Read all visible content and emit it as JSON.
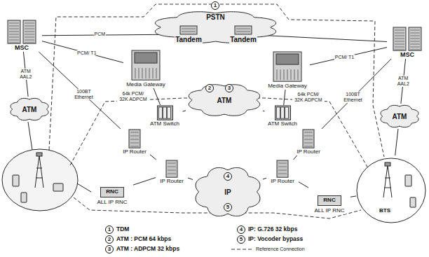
{
  "diagram": {
    "nodes": [
      {
        "text": [
          "MSC"
        ]
      },
      {
        "text": [
          "PSTN"
        ]
      },
      {
        "text": [
          "Tandem"
        ],
        "in": 1
      },
      {
        "text": [
          "Tandem"
        ],
        "in": 1
      },
      {
        "text": [
          "MSC"
        ]
      },
      {
        "text": [
          "Media Gateway"
        ]
      },
      {
        "text": [
          "Media Gateway"
        ]
      },
      {
        "text": [
          "ATM"
        ]
      },
      {
        "text": [
          "ATM Switch"
        ]
      },
      {
        "text": [
          "ATM Switch"
        ]
      },
      {
        "text": [
          "ATM"
        ]
      },
      {
        "text": [
          "ATM"
        ]
      },
      {
        "text": [
          "IP Router"
        ]
      },
      {
        "text": [
          "IP Router"
        ]
      },
      {
        "text": [
          "IP Router"
        ]
      },
      {
        "text": [
          "IP Router"
        ]
      },
      {
        "text": [
          "IP"
        ]
      },
      {
        "text": [
          "RNC",
          "ALL IP RNC"
        ]
      },
      {
        "text": [
          "RNC",
          "ALL IP RNC"
        ]
      },
      {
        "text": [
          "BTS"
        ]
      }
    ],
    "edges": [
      {
        "from": 0,
        "to": 2,
        "arrow": "none",
        "label": "PCM"
      },
      {
        "from": 2,
        "to": 3,
        "arrow": "none"
      },
      {
        "from": 3,
        "to": 4,
        "arrow": "none"
      },
      {
        "from": 0,
        "to": 5,
        "arrow": "none",
        "label": "PCM/ T1"
      },
      {
        "from": 0,
        "to": 12,
        "arrow": "none",
        "label": "100BT Ethernet"
      },
      {
        "from": 0,
        "to": 10,
        "arrow": "none",
        "label": "ATM AAL2"
      },
      {
        "from": 5,
        "to": 8,
        "arrow": "none",
        "label": "64k PCM/ 32K ADPCM"
      },
      {
        "from": 8,
        "to": 7,
        "arrow": "none"
      },
      {
        "from": 7,
        "to": 9,
        "arrow": "none"
      },
      {
        "from": 6,
        "to": 9,
        "arrow": "none",
        "label": "64k PCM/ 32K ADPCM"
      },
      {
        "from": 4,
        "to": 6,
        "arrow": "none",
        "label": "PCM/ T1"
      },
      {
        "from": 4,
        "to": 13,
        "arrow": "none",
        "label": "100BT Ethernet"
      },
      {
        "from": 4,
        "to": 11,
        "arrow": "none",
        "label": "ATM AAL2"
      },
      {
        "from": 12,
        "to": 14,
        "arrow": "none"
      },
      {
        "from": 17,
        "to": 14,
        "arrow": "none"
      },
      {
        "from": 14,
        "to": 16,
        "arrow": "none"
      },
      {
        "from": 16,
        "to": 15,
        "arrow": "none"
      },
      {
        "from": 15,
        "to": 13,
        "arrow": "none"
      },
      {
        "from": 15,
        "to": 18,
        "arrow": "none"
      },
      {
        "from": 11,
        "to": 19,
        "arrow": "none"
      },
      {
        "from": 18,
        "to": 19,
        "arrow": "none"
      }
    ],
    "labels": [
      "1",
      "2",
      "3",
      "4",
      "5",
      "1",
      "2",
      "3",
      "4",
      "5"
    ],
    "legend": [
      {
        "text": "TDM"
      },
      {
        "text": "ATM : PCM 64 kbps"
      },
      {
        "text": "ATM : ADPCM 32 kbps"
      },
      {
        "text": "IP: G.726 32 kbps"
      },
      {
        "text": "IP: Vocoder bypass"
      },
      {
        "text": "Reference Connection"
      }
    ]
  }
}
